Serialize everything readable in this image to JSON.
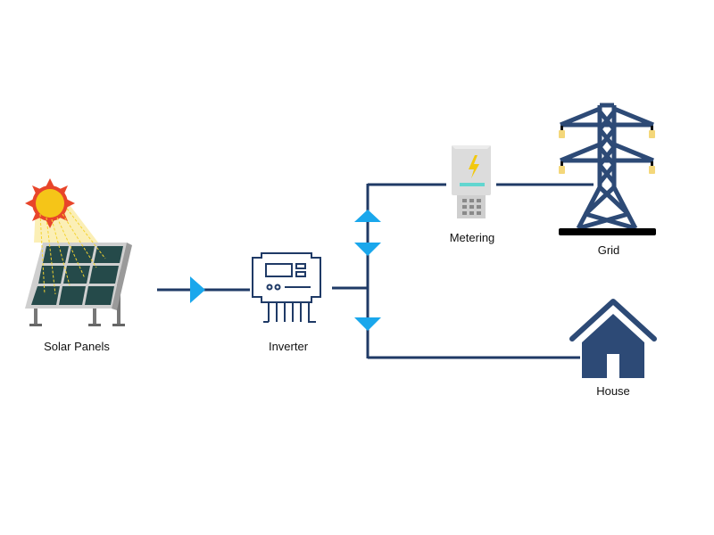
{
  "title": "Solar grid-tied system diagram",
  "nodes": {
    "solar": {
      "label": "Solar Panels"
    },
    "inverter": {
      "label": "Inverter"
    },
    "metering": {
      "label": "Metering"
    },
    "grid": {
      "label": "Grid"
    },
    "house": {
      "label": "House"
    }
  },
  "colors": {
    "line": "#1f3a66",
    "arrow": "#1aa7ec",
    "house": "#2d4a76",
    "tower": "#2d4a76",
    "sun": "#f5c518",
    "sun_rays": "#e8452a",
    "panel_cell": "#254a4a",
    "panel_frame": "#c8c8c8",
    "meter_body": "#d8d8d8",
    "meter_strip": "#62d6d0",
    "bolt": "#f2c80f",
    "insulator": "#f4d77a"
  },
  "edges": [
    {
      "from": "solar",
      "to": "inverter",
      "direction": "forward"
    },
    {
      "from": "inverter",
      "to": "metering",
      "direction": "bidirectional"
    },
    {
      "from": "metering",
      "to": "grid",
      "direction": "bidirectional"
    },
    {
      "from": "inverter",
      "to": "house",
      "direction": "forward"
    }
  ]
}
